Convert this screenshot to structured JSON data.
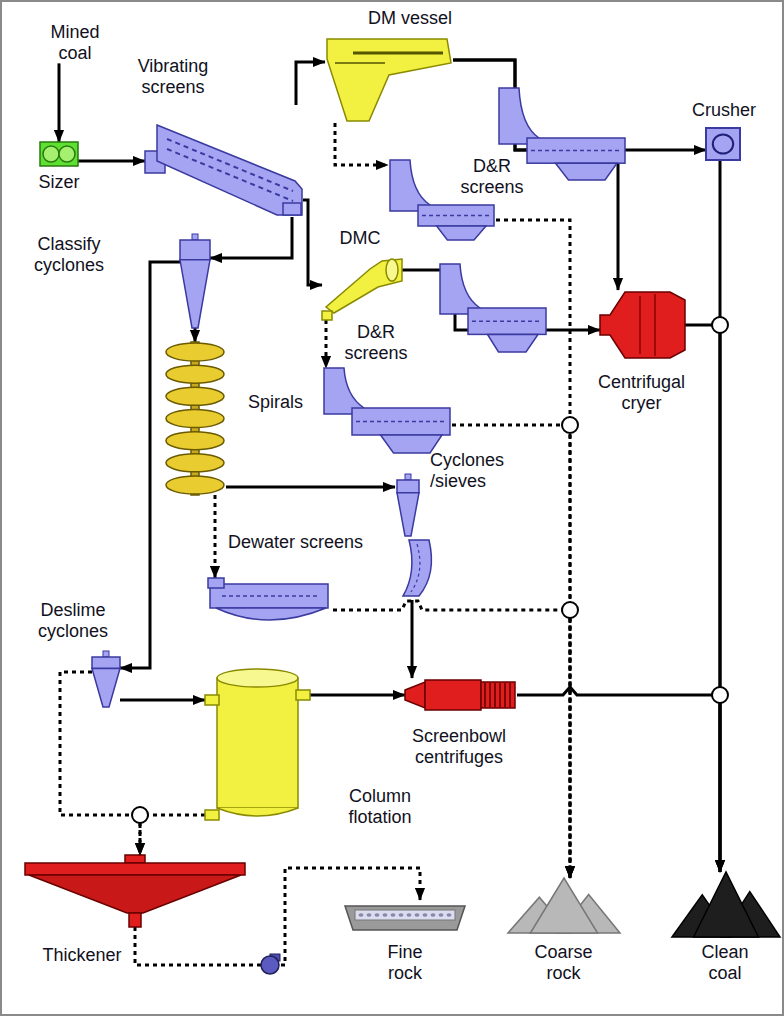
{
  "diagram": {
    "nodes": [
      {
        "text": [
          "Mined coal"
        ]
      },
      {
        "text": [
          "Sizer"
        ]
      },
      {
        "text": [
          "Vibrating screens"
        ]
      },
      {
        "text": [
          "DM vessel"
        ]
      },
      {
        "text": [
          "D&R screens"
        ]
      },
      {
        "text": [
          "Crusher"
        ]
      },
      {
        "text": [
          "Classify cyclones"
        ]
      },
      {
        "text": [
          "DMC"
        ]
      },
      {
        "text": [
          "D&R screens"
        ]
      },
      {
        "text": [
          "Centrifugal cryer"
        ]
      },
      {
        "text": [
          "Spirals"
        ]
      },
      {
        "text": [
          "Cyclones /sieves"
        ]
      },
      {
        "text": [
          "Dewater screens"
        ]
      },
      {
        "text": [
          "Deslime cyclones"
        ]
      },
      {
        "text": [
          "Column flotation"
        ]
      },
      {
        "text": [
          "Screenbowl centrifuges"
        ]
      },
      {
        "text": [
          "Thickener"
        ]
      },
      {
        "text": [
          "Fine rock"
        ]
      },
      {
        "text": [
          "Coarse rock"
        ]
      },
      {
        "text": [
          "Clean coal"
        ]
      }
    ],
    "edges": [
      {
        "from": 0,
        "to": 1,
        "arrow": "to"
      },
      {
        "from": 1,
        "to": 2,
        "arrow": "to"
      },
      {
        "from": 2,
        "to": 3,
        "arrow": "to"
      },
      {
        "from": 2,
        "to": 7,
        "arrow": "to"
      },
      {
        "from": 2,
        "to": 6,
        "arrow": "to"
      },
      {
        "from": 3,
        "to": 4,
        "arrow": "to"
      },
      {
        "from": 3,
        "to": 5,
        "arrow": "to"
      },
      {
        "from": 3,
        "to": 9,
        "arrow": "to"
      },
      {
        "from": 4,
        "to": 18,
        "arrow": "to"
      },
      {
        "from": 6,
        "to": 10,
        "arrow": "to"
      },
      {
        "from": 6,
        "to": 13,
        "arrow": "to"
      },
      {
        "from": 7,
        "to": 8,
        "arrow": "to"
      },
      {
        "from": 7,
        "to": 9,
        "arrow": "to"
      },
      {
        "from": 5,
        "to": 19,
        "arrow": "to"
      },
      {
        "from": 8,
        "to": 18,
        "arrow": "to"
      },
      {
        "from": 9,
        "to": 19,
        "arrow": "to"
      },
      {
        "from": 10,
        "to": 11,
        "arrow": "to"
      },
      {
        "from": 10,
        "to": 12,
        "arrow": "to"
      },
      {
        "from": 11,
        "to": 15,
        "arrow": "to"
      },
      {
        "from": 12,
        "to": 18,
        "arrow": "to"
      },
      {
        "from": 13,
        "to": 14,
        "arrow": "to"
      },
      {
        "from": 13,
        "to": 16,
        "arrow": "to"
      },
      {
        "from": 14,
        "to": 16,
        "arrow": "to"
      },
      {
        "from": 14,
        "to": 15,
        "arrow": "to"
      },
      {
        "from": 15,
        "to": 19,
        "arrow": "to"
      },
      {
        "from": 16,
        "to": 17,
        "arrow": "to"
      }
    ]
  }
}
